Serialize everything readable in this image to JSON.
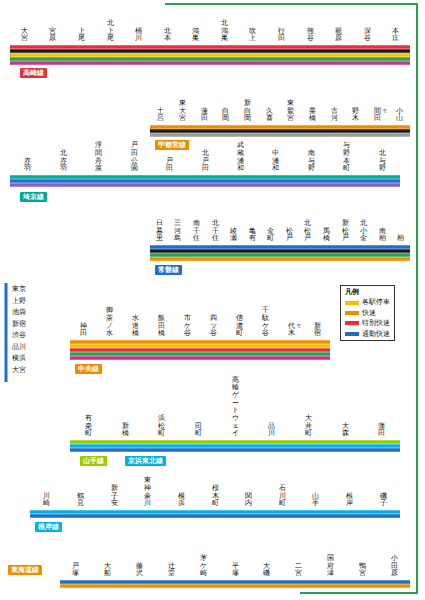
{
  "diagram": {
    "nodes": [
      {
        "text": [
          "高崎線"
        ]
      },
      {
        "text": [
          "宇都宮線"
        ]
      },
      {
        "text": [
          "埼京線"
        ]
      },
      {
        "text": [
          "常磐線"
        ]
      },
      {
        "text": [
          "中央線"
        ]
      },
      {
        "text": [
          "山手線"
        ]
      },
      {
        "text": [
          "京浜東北線"
        ]
      },
      {
        "text": [
          "根岸線"
        ]
      },
      {
        "text": [
          "東海道線"
        ]
      },
      {
        "text": [
          "凡例"
        ]
      }
    ],
    "labels": [
      "大宮",
      "宮原",
      "上尾",
      "北上尾",
      "桶川",
      "北本",
      "鴻巣",
      "北鴻巣",
      "吹上",
      "行田",
      "熊谷",
      "籠原",
      "深谷",
      "本庄",
      "土呂",
      "東大宮",
      "蓮田",
      "白岡",
      "新白岡",
      "久喜",
      "東鷲宮",
      "栗橋",
      "古河",
      "野木",
      "間々田",
      "小山",
      "赤羽",
      "北赤羽",
      "浮間舟渡",
      "戸田公園",
      "戸田",
      "北戸田",
      "武蔵浦和",
      "中浦和",
      "南与野",
      "与野本町",
      "北与野",
      "日暮里",
      "三河島",
      "南千住",
      "北千住",
      "綾瀬",
      "亀有",
      "金町",
      "松戸",
      "北松戸",
      "馬橋",
      "新松戸",
      "北小金",
      "南柏",
      "柏",
      "東京",
      "上野",
      "池袋",
      "新宿",
      "渋谷",
      "品川",
      "横浜",
      "大宮",
      "神田",
      "御茶ノ水",
      "水道橋",
      "飯田橋",
      "市ケ谷",
      "四ツ谷",
      "信濃町",
      "千駄ケ谷",
      "代々木",
      "新宿",
      "有楽町",
      "新橋",
      "浜松町",
      "田町",
      "高輪ゲートウェイ",
      "品川",
      "大井町",
      "大森",
      "蒲田",
      "川崎",
      "鶴見",
      "新子安",
      "東神奈川",
      "横浜",
      "桜木町",
      "関内",
      "石川町",
      "山手",
      "根岸",
      "磯子",
      "戸塚",
      "大船",
      "藤沢",
      "辻堂",
      "茅ケ崎",
      "平塚",
      "大磯",
      "二宮",
      "国府津",
      "鴨宮",
      "小田原"
    ],
    "legend": [
      {
        "text": "各駅停車",
        "color": "#f2c200"
      },
      {
        "text": "快速",
        "color": "#f08c00"
      },
      {
        "text": "特別快速",
        "color": "#e8303b"
      },
      {
        "text": "通勤快速",
        "color": "#1f6fc8"
      }
    ]
  }
}
